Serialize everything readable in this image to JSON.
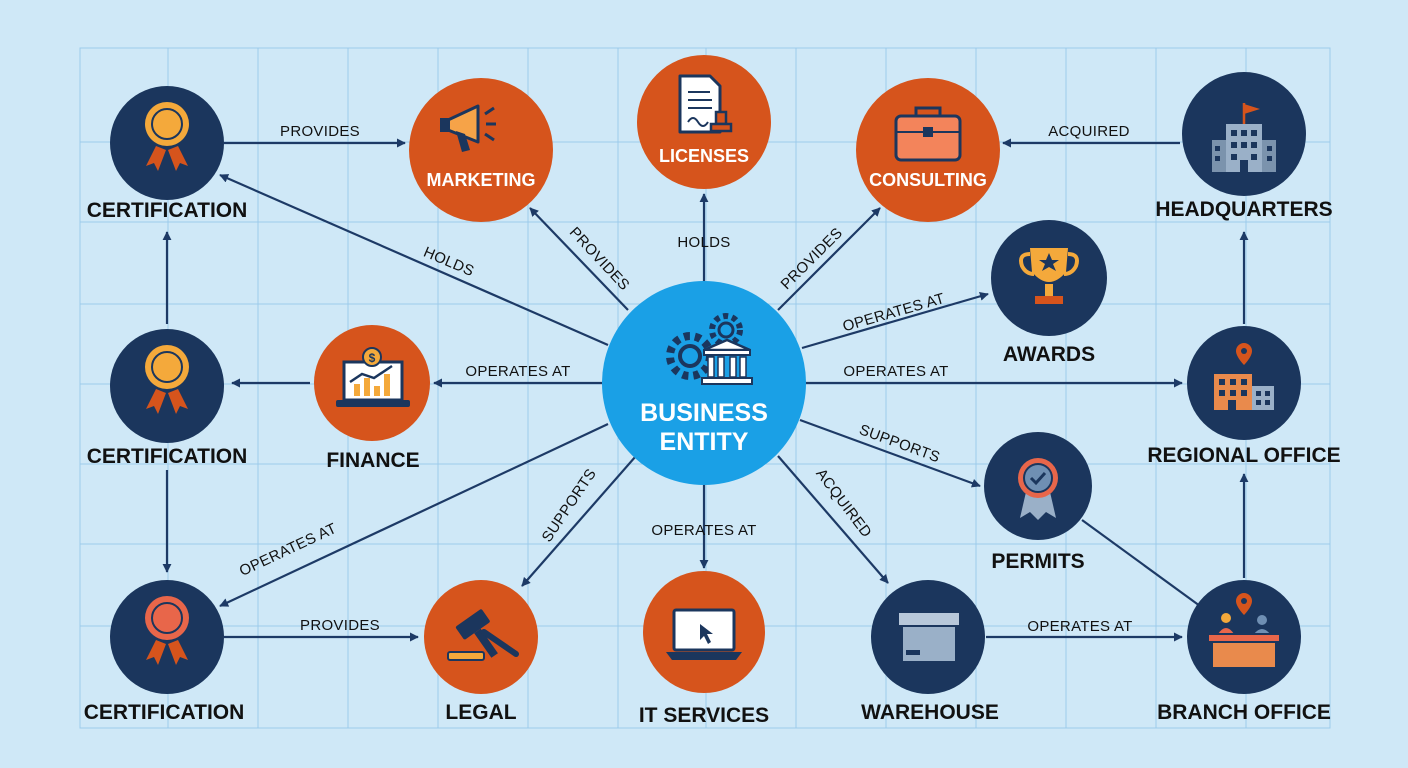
{
  "colors": {
    "background": "#cfe8f7",
    "grid": "#9ccbeb",
    "navy": "#1b365d",
    "orange": "#d6541c",
    "center": "#1aa0e6",
    "edge": "#1d3a66"
  },
  "center": {
    "line1": "BUSINESS",
    "line2": "ENTITY",
    "icon": "gears-bank-icon"
  },
  "nodes": {
    "cert_top": {
      "label": "CERTIFICATION",
      "icon": "rosette-icon"
    },
    "cert_mid": {
      "label": "CERTIFICATION",
      "icon": "rosette-icon"
    },
    "cert_bottom": {
      "label": "CERTIFICATION",
      "icon": "rosette-icon"
    },
    "marketing": {
      "label": "MARKETING",
      "icon": "megaphone-icon"
    },
    "licenses": {
      "label": "LICENSES",
      "icon": "document-stamp-icon"
    },
    "consulting": {
      "label": "CONSULTING",
      "icon": "briefcase-icon"
    },
    "headquarters": {
      "label": "HEADQUARTERS",
      "icon": "office-building-flag-icon"
    },
    "awards": {
      "label": "AWARDS",
      "icon": "trophy-icon"
    },
    "regional": {
      "label": "REGIONAL OFFICE",
      "icon": "building-pin-icon"
    },
    "finance": {
      "label": "FINANCE",
      "icon": "growth-chart-laptop-icon"
    },
    "permits": {
      "label": "PERMITS",
      "icon": "badge-check-icon"
    },
    "legal": {
      "label": "LEGAL",
      "icon": "gavel-icon"
    },
    "it": {
      "label": "IT SERVICES",
      "icon": "laptop-cursor-icon"
    },
    "warehouse": {
      "label": "WAREHOUSE",
      "icon": "storage-box-icon"
    },
    "branch": {
      "label": "BRANCH OFFICE",
      "icon": "reception-desk-pin-icon"
    }
  },
  "edges": {
    "cert_marketing": "PROVIDES",
    "center_cert": "HOLDS",
    "center_marketing": "PROVIDES",
    "center_licenses": "HOLDS",
    "center_consulting": "PROVIDES",
    "hq_consulting": "ACQUIRED",
    "center_awards": "OPERATES AT",
    "center_regional": "OPERATES AT",
    "center_finance": "OPERATES AT",
    "center_permits": "SUPPORTS",
    "center_warehouse": "ACQUIRED",
    "center_it": "OPERATES AT",
    "center_legal": "SUPPORTS",
    "center_certbottom": "OPERATES AT",
    "certbottom_legal": "PROVIDES",
    "warehouse_branch": "OPERATES AT"
  }
}
